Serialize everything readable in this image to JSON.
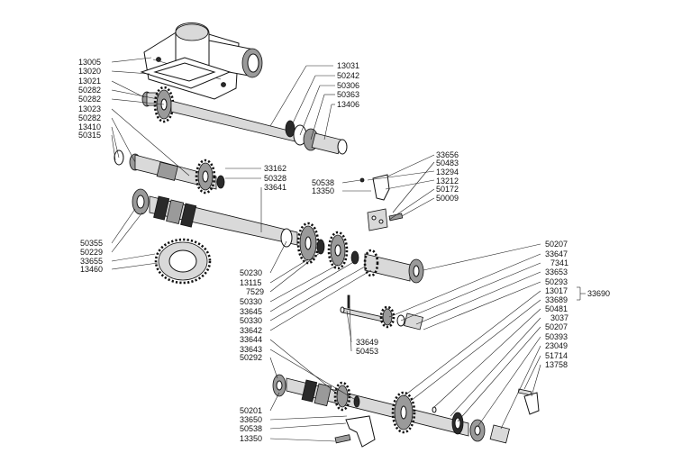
{
  "diagram": {
    "labels_left_top": [
      "13005",
      "13020",
      "13021",
      "50282",
      "50282",
      "13023",
      "50282",
      "13410",
      "50315"
    ],
    "labels_right_top": [
      "13031",
      "50242",
      "50306",
      "50363",
      "13406"
    ],
    "labels_mid_shaft": [
      "33162",
      "50328",
      "33641"
    ],
    "labels_lever": [
      "33656",
      "50483",
      "13294",
      "13212",
      "50172",
      "50009"
    ],
    "labels_lever_left": [
      "50538",
      "13350"
    ],
    "labels_left_mid": [
      "50355",
      "50229",
      "33655",
      "13460"
    ],
    "labels_center_stack": [
      "50230",
      "13115",
      "7529",
      "50330",
      "33645",
      "50330",
      "33642",
      "33644",
      "33643"
    ],
    "labels_right_column": [
      "50207",
      "33647",
      "7341",
      "33653",
      "50293",
      "13017",
      "33689",
      "50481",
      "3037",
      "50207",
      "50393",
      "23049",
      "51714",
      "13758"
    ],
    "label_bracket": "33690",
    "labels_pin": [
      "33649",
      "50453"
    ],
    "labels_bottom_left": [
      "50292",
      "50201",
      "33650",
      "50538",
      "13350"
    ]
  }
}
